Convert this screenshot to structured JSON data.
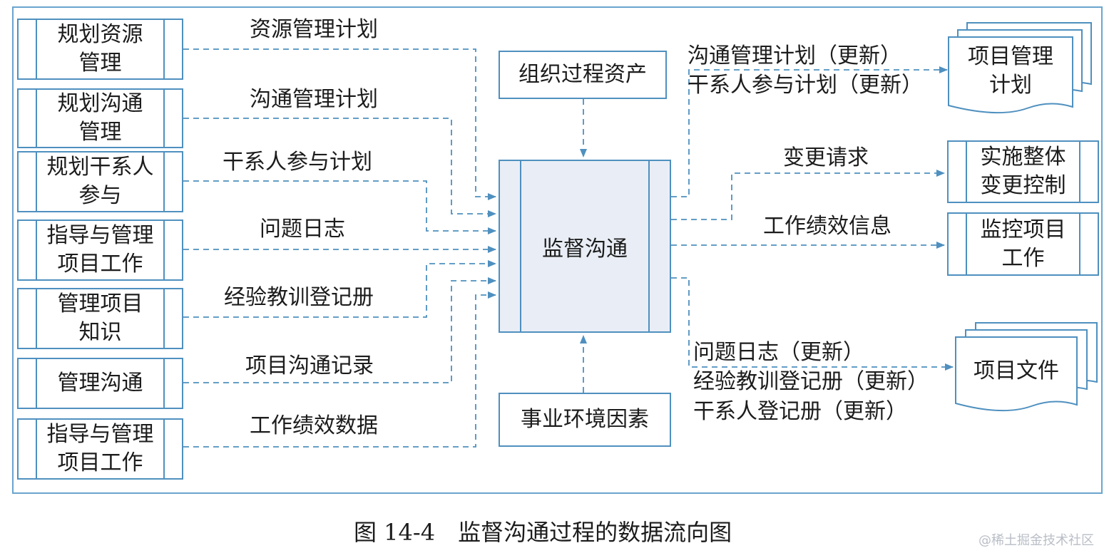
{
  "inputs": [
    {
      "process": "规划资源\n管理",
      "artifact": "资源管理计划"
    },
    {
      "process": "规划沟通\n管理",
      "artifact": "沟通管理计划"
    },
    {
      "process": "规划干系人\n参与",
      "artifact": "干系人参与计划"
    },
    {
      "process": "指导与管理\n项目工作",
      "artifact": "问题日志"
    },
    {
      "process": "管理项目\n知识",
      "artifact": "经验教训登记册"
    },
    {
      "process": "管理沟通",
      "artifact": "项目沟通记录"
    },
    {
      "process": "指导与管理\n项目工作",
      "artifact": "工作绩效数据"
    }
  ],
  "top_input": "组织过程资产",
  "bottom_input": "事业环境因素",
  "center_process": "监督沟通",
  "outputs": [
    {
      "target": "项目管理\n计划",
      "labels": [
        "沟通管理计划（更新）",
        "干系人参与计划（更新）"
      ]
    },
    {
      "target": "实施整体\n变更控制",
      "labels": [
        "变更请求"
      ]
    },
    {
      "target": "监控项目\n工作",
      "labels": [
        "工作绩效信息"
      ]
    },
    {
      "target": "项目文件",
      "labels": [
        "问题日志（更新）",
        "经验教训登记册（更新）",
        "干系人登记册（更新）"
      ]
    }
  ],
  "caption": "图 14-4　监督沟通过程的数据流向图",
  "watermark": "@稀土掘金技术社区",
  "colors": {
    "line": "#4f90bf",
    "center_fill": "#e9eef6",
    "frame": "#6aa5cd"
  }
}
